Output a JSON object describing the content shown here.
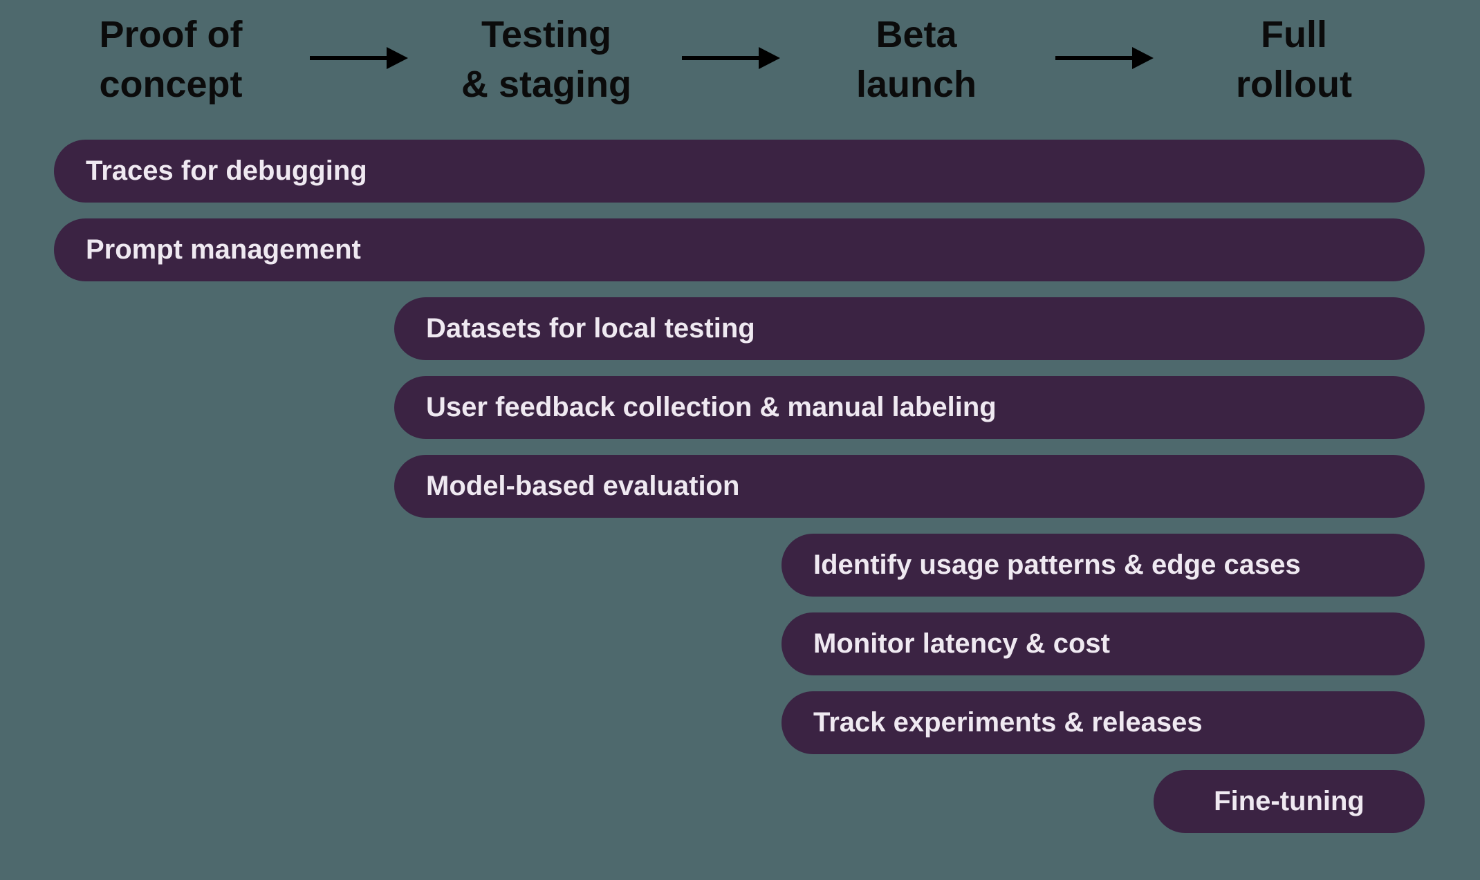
{
  "colors": {
    "background": "#4e696d",
    "bar": "#3b2343",
    "bar_text": "#efe9f1",
    "stage_text": "#0b0b0b",
    "arrow": "#000000"
  },
  "stages": [
    {
      "label": "Proof of\nconcept"
    },
    {
      "label": "Testing\n& staging"
    },
    {
      "label": "Beta\nlaunch"
    },
    {
      "label": "Full\nrollout"
    }
  ],
  "bars": [
    {
      "label": "Traces for debugging",
      "start_stage": "Proof of concept"
    },
    {
      "label": "Prompt management",
      "start_stage": "Proof of concept"
    },
    {
      "label": "Datasets for local testing",
      "start_stage": "Testing & staging"
    },
    {
      "label": "User feedback collection & manual labeling",
      "start_stage": "Testing & staging"
    },
    {
      "label": "Model-based evaluation",
      "start_stage": "Testing & staging"
    },
    {
      "label": "Identify usage patterns & edge cases",
      "start_stage": "Beta launch"
    },
    {
      "label": "Monitor latency & cost",
      "start_stage": "Beta launch"
    },
    {
      "label": "Track experiments & releases",
      "start_stage": "Beta launch"
    },
    {
      "label": "Fine-tuning",
      "start_stage": "Full rollout"
    }
  ]
}
